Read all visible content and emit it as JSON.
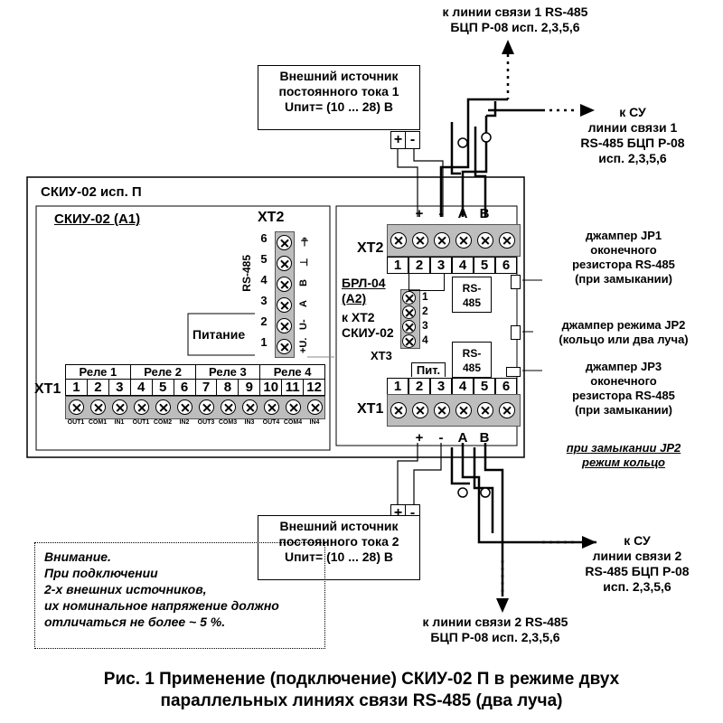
{
  "top": {
    "line1_title": "к линии связи 1 RS-485",
    "line1_sub": "БЦП Р-08 исп. 2,3,5,6",
    "su1_l1": "к СУ",
    "su1_l2": "линии связи 1",
    "su1_l3": "RS-485 БЦП Р-08",
    "su1_l4": "исп. 2,3,5,6"
  },
  "psu1": {
    "l1": "Внешний источник",
    "l2": "постоянного тока 1",
    "l3": "Uпит= (10 ... 28) В",
    "plus": "+",
    "minus": "-"
  },
  "psu2": {
    "l1": "Внешний источник",
    "l2": "постоянного тока 2",
    "l3": "Uпит= (10 ... 28) В",
    "plus": "+",
    "minus": "-"
  },
  "device": {
    "title": "СКИУ-02 исп. П",
    "a1_title": "СКИУ-02  (А1)",
    "xt2_label": "ХТ2",
    "xt1_label": "ХТ1",
    "rs485_vert": "RS-485",
    "power_label": "Питание",
    "xt2_pins": [
      "6",
      "5",
      "4",
      "3",
      "2",
      "1"
    ],
    "xt2_sig": [
      "⏚",
      "⊥",
      "B",
      "A",
      "U-",
      "+U."
    ],
    "relays": [
      "Реле 1",
      "Реле 2",
      "Реле 3",
      "Реле 4"
    ],
    "xt1_pins": [
      "1",
      "2",
      "3",
      "4",
      "5",
      "6",
      "7",
      "8",
      "9",
      "10",
      "11",
      "12"
    ],
    "xt1_bottom": [
      "OUT1",
      "COM1",
      "IN1",
      "OUT1",
      "COM2",
      "IN2",
      "OUT3",
      "COM3",
      "IN3",
      "OUT4",
      "COM4",
      "IN4"
    ]
  },
  "brl": {
    "l1": "БРЛ-04",
    "l2": "(А2)",
    "l3": "к ХТ2",
    "l4": "СКИУ-02",
    "xt3": "ХТ3",
    "xt3_pins": [
      "1",
      "2",
      "3",
      "4"
    ],
    "xt2_label": "ХТ2",
    "xt1_label": "ХТ1",
    "top_sig": [
      "+",
      "-",
      "A",
      "B"
    ],
    "bottom_sig": [
      "+",
      "-",
      "A",
      "B"
    ],
    "pins": [
      "1",
      "2",
      "3",
      "4",
      "5",
      "6"
    ],
    "pit": "Пит.",
    "rs_top": "RS-\n485",
    "rs_bot": "RS-\n485"
  },
  "jumpers": {
    "jp1_l1": "джампер JP1",
    "jp1_l2": "оконечного",
    "jp1_l3": "резистора RS-485",
    "jp1_l4": "(при замыкании)",
    "jp2_l1": "джампер режима JP2",
    "jp2_l2": "(кольцо или два луча)",
    "jp3_l1": "джампер JP3",
    "jp3_l2": "оконечного",
    "jp3_l3": "резистора RS-485",
    "jp3_l4": "(при замыкании)",
    "ring_l1": "при замыкании JP2",
    "ring_l2": "режим кольцо"
  },
  "bottom": {
    "su2_l1": "к СУ",
    "su2_l2": "линии связи 2",
    "su2_l3": "RS-485 БЦП Р-08",
    "su2_l4": "исп. 2,3,5,6",
    "line2_title": "к линии связи 2 RS-485",
    "line2_sub": "БЦП Р-08 исп. 2,3,5,6"
  },
  "note": {
    "l1": "Внимание.",
    "l2": "При подключении",
    "l3": "2-х внешних источников,",
    "l4": "их номинальное напряжение должно",
    "l5": "отличаться не более ~ 5 %."
  },
  "caption": {
    "l1": "Рис. 1 Применение (подключение) СКИУ-02 П в режиме двух",
    "l2": "параллельных линиях связи RS-485 (два луча)"
  }
}
